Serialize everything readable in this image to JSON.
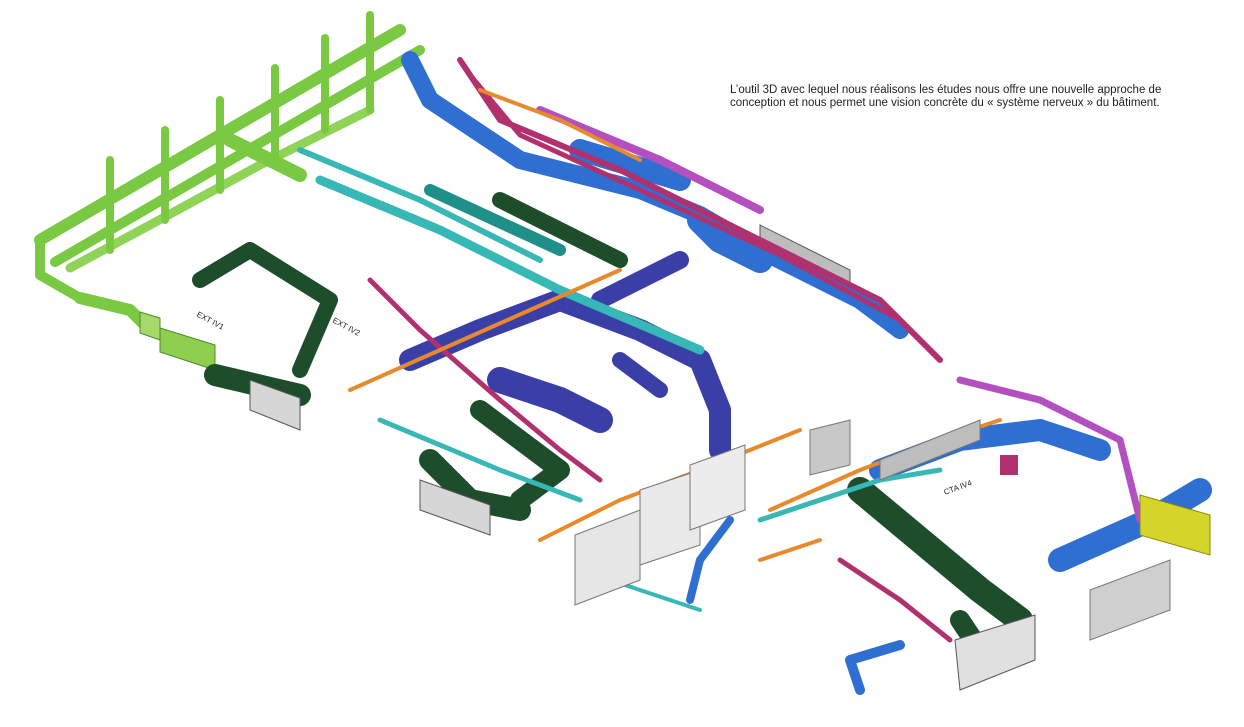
{
  "caption": {
    "line1": "L’outil 3D avec lequel nous réalisons les études nous offre une nouvelle approche de",
    "line2": "conception et nous permet une vision concrète du « système nerveux » du bâtiment."
  },
  "scene_labels": {
    "ext1": "EXT IV1",
    "ext2": "EXT IV2",
    "cta": "CTA IV4"
  },
  "palette": {
    "lime": "#7ac943",
    "lime_light": "#a6d96a",
    "dark_green": "#1e4d2b",
    "blue": "#2f6fd1",
    "navy": "#3a3fa8",
    "cyan": "#37b7b5",
    "teal": "#1f8f8a",
    "magenta": "#b0316e",
    "violet": "#b34fbf",
    "orange": "#e88a2c",
    "grey": "#c9c9c9",
    "yellow": "#d4d42a"
  }
}
